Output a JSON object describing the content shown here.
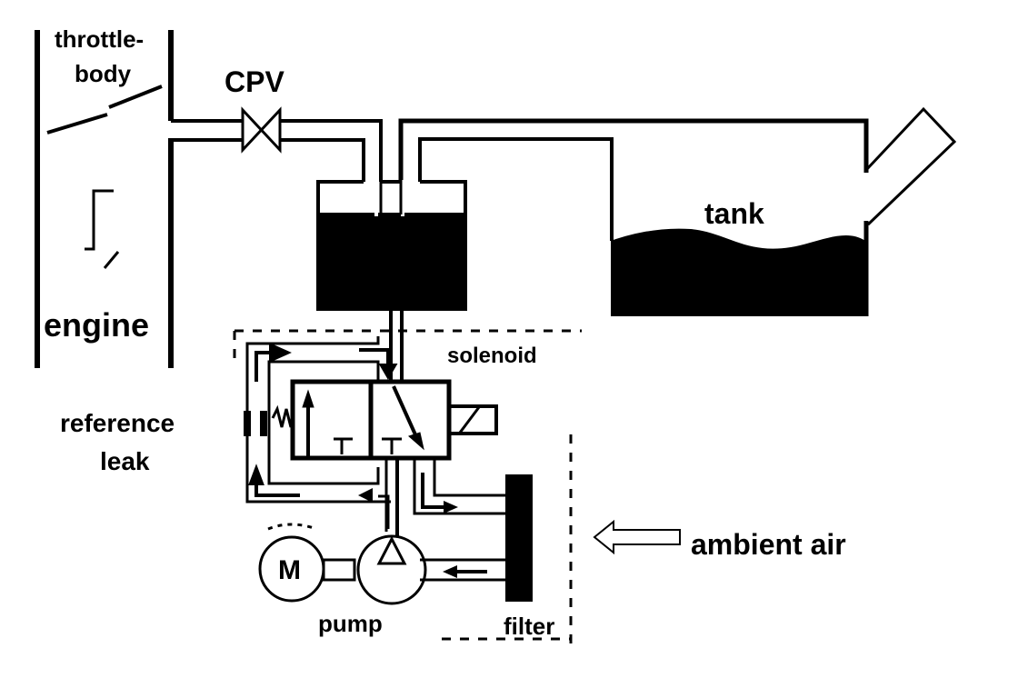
{
  "diagram": {
    "type": "evaporative-emission-leak-check-schematic",
    "colors": {
      "ink": "#000000",
      "background": "#ffffff"
    },
    "labels": {
      "throttle_body_line1": "throttle-",
      "throttle_body_line2": "body",
      "cpv": "CPV",
      "engine": "engine",
      "tank": "tank",
      "solenoid": "solenoid",
      "reference_leak_line1": "reference",
      "reference_leak_line2": "leak",
      "motor": "M",
      "pump": "pump",
      "filter": "filter",
      "ambient_air": "ambient air"
    },
    "components": [
      {
        "id": "throttle-body",
        "label": "throttle-body"
      },
      {
        "id": "engine",
        "label": "engine"
      },
      {
        "id": "cpv",
        "label": "CPV",
        "symbol": "valve"
      },
      {
        "id": "canister",
        "label": "",
        "symbol": "filled-container"
      },
      {
        "id": "tank",
        "label": "tank"
      },
      {
        "id": "solenoid-valve",
        "label": "solenoid",
        "symbol": "2-position-valve"
      },
      {
        "id": "reference-leak",
        "label": "reference leak",
        "symbol": "orifice"
      },
      {
        "id": "motor",
        "label": "M"
      },
      {
        "id": "pump",
        "label": "pump"
      },
      {
        "id": "filter",
        "label": "filter"
      },
      {
        "id": "ambient-air",
        "label": "ambient air",
        "symbol": "hollow-arrow"
      }
    ]
  }
}
